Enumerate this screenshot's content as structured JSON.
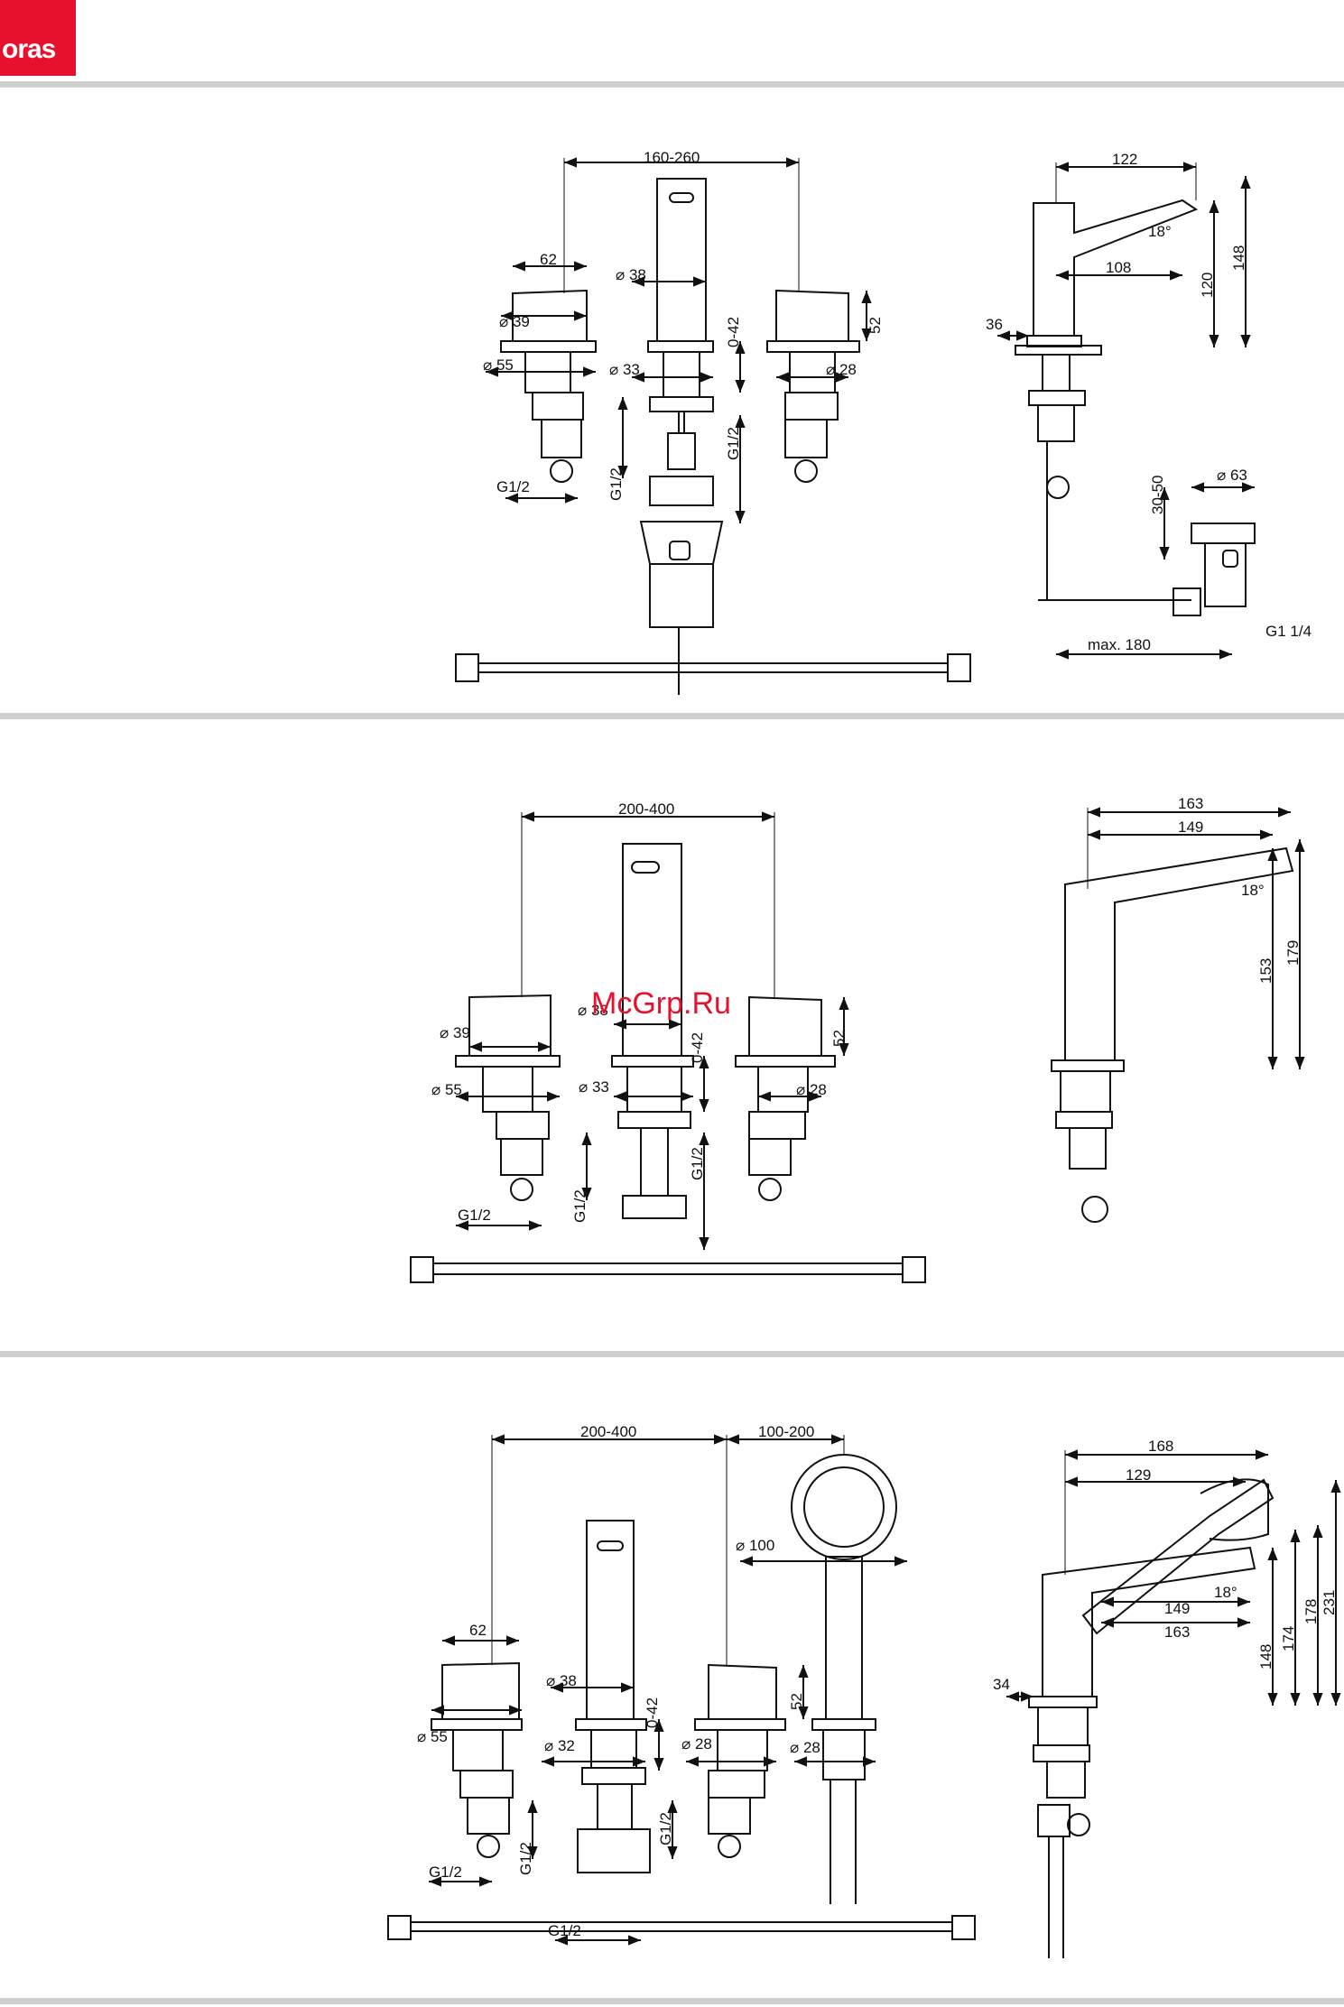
{
  "brand": {
    "logo_text": "oras",
    "accent": "#e8112d"
  },
  "watermark": "McGrp.Ru",
  "diagrams": [
    {
      "front_labels": {
        "width_range": "160-260",
        "handle_width": "62",
        "spout_dia": "⌀ 38",
        "handle_dia": "⌀ 39",
        "flange_dia": "⌀ 55",
        "spout_base": "⌀ 33",
        "valve_base": "⌀ 28",
        "spout_adj": "0-42",
        "handle_h": "52",
        "thread_a": "G1/2",
        "thread_b": "G1/2",
        "thread_c": "G1/2"
      },
      "side_labels": {
        "reach": "122",
        "reach_inner": "108",
        "angle": "18°",
        "h1": "120",
        "h2": "148",
        "lift_rod": "36",
        "pop_dia": "⌀ 63",
        "pop_adj": "30-50",
        "pop_thread": "G1 1/4",
        "max_len": "max. 180"
      }
    },
    {
      "front_labels": {
        "width_range": "200-400",
        "spout_dia": "⌀ 38",
        "handle_dia": "⌀ 39",
        "flange_dia": "⌀ 55",
        "spout_base": "⌀ 33",
        "valve_base": "⌀ 28",
        "spout_adj": "0-42",
        "handle_h": "52",
        "thread_a": "G1/2",
        "thread_b": "G1/2",
        "thread_c": "G1/2"
      },
      "side_labels": {
        "reach": "163",
        "reach_inner": "149",
        "angle": "18°",
        "h1": "153",
        "h2": "179"
      }
    },
    {
      "front_labels": {
        "width_range": "200-400",
        "shower_range": "100-200",
        "handle_width": "62",
        "shower_dia": "⌀ 100",
        "spout_dia": "⌀ 38",
        "flange_dia": "⌀ 55",
        "spout_base": "⌀ 32",
        "valve_base": "⌀ 28",
        "shower_base": "⌀ 28",
        "spout_adj": "0-42",
        "handle_h": "52",
        "thread_a": "G1/2",
        "thread_b": "G1/2",
        "thread_c": "G1/2",
        "thread_d": "G1/2"
      },
      "side_labels": {
        "reach": "168",
        "reach_shower": "129",
        "reach_a": "149",
        "reach_b": "163",
        "angle": "18°",
        "h1": "148",
        "h2": "174",
        "h3": "178",
        "h4": "231",
        "lift_rod": "34"
      }
    }
  ]
}
